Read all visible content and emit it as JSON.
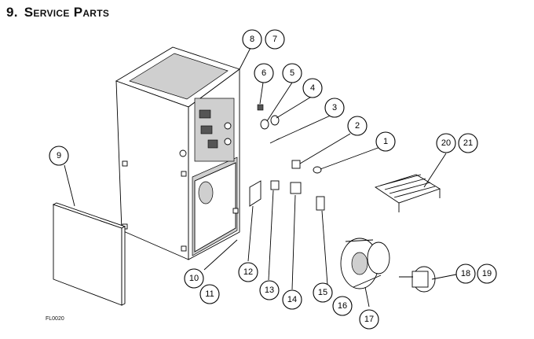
{
  "section": {
    "number": "9.",
    "title": "Service Parts"
  },
  "figure_code": "FL0020",
  "callouts": [
    "1",
    "2",
    "3",
    "4",
    "5",
    "6",
    "7",
    "8",
    "9",
    "10",
    "11",
    "12",
    "13",
    "14",
    "15",
    "16",
    "17",
    "18",
    "19",
    "20",
    "21"
  ]
}
